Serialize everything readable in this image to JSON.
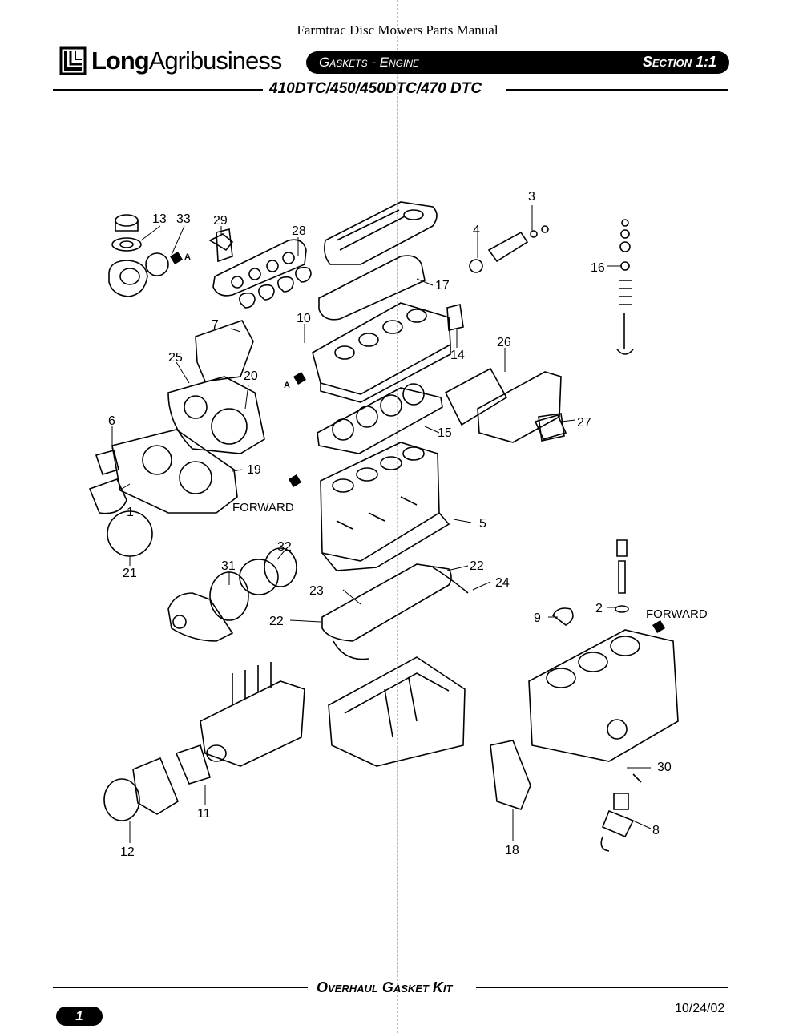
{
  "header": {
    "manual_title": "Farmtrac Disc Mowers Parts Manual",
    "brand_bold": "Long",
    "brand_rest": "Agribusiness",
    "section_name": "Gaskets - Engine",
    "section_number": "Section 1:1",
    "models": "410DTC/450/450DTC/470 DTC"
  },
  "diagram": {
    "callouts": [
      "1",
      "2",
      "3",
      "4",
      "5",
      "6",
      "7",
      "8",
      "9",
      "10",
      "11",
      "12",
      "13",
      "14",
      "15",
      "16",
      "17",
      "18",
      "19",
      "20",
      "21",
      "22",
      "22",
      "23",
      "24",
      "25",
      "26",
      "27",
      "28",
      "29",
      "30",
      "31",
      "32",
      "33"
    ],
    "labels": {
      "forward_left": "FORWARD",
      "forward_right": "FORWARD",
      "arrow_a_1": "A",
      "arrow_a_2": "A"
    }
  },
  "footer": {
    "title": "Overhaul Gasket Kit",
    "page_number": "1",
    "date": "10/24/02"
  },
  "colors": {
    "ink": "#000000",
    "paper": "#ffffff"
  }
}
